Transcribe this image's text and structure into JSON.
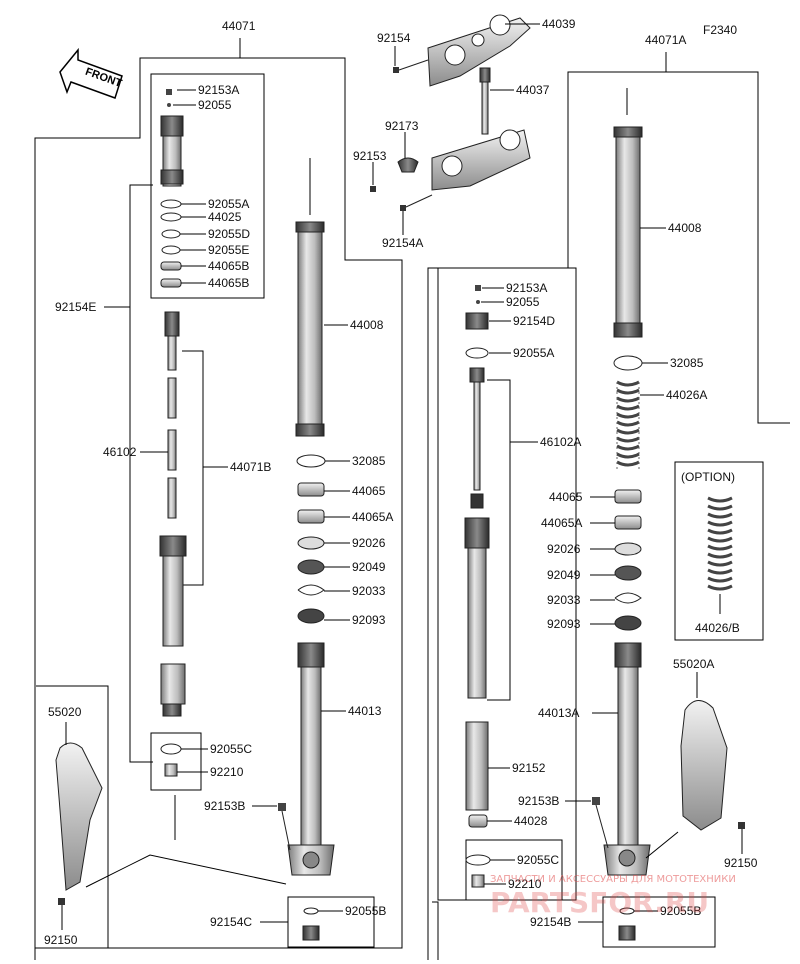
{
  "figure_code": "F2340",
  "front_label": "FRONT",
  "watermark": {
    "line1": "ЗАПЧАСТИ И АКСЕССУАРЫ ДЛЯ МОТОТЕХНИКИ",
    "line2": "PARTSFOR.RU"
  },
  "left_leg": {
    "assembly": "44071",
    "cartridge_group": "92154E",
    "rod": "46102",
    "damper": "44071B",
    "upper_cap_small": "92153A",
    "upper_cap_oring": "92055",
    "oring_a": "92055A",
    "ring_44025": "44025",
    "oring_d": "92055D",
    "oring_e": "92055E",
    "bushing_b1": "44065B",
    "bushing_b2": "44065B",
    "outer_tube": "44008",
    "oil_seal_ring": "32085",
    "bushing": "44065",
    "bushing_a": "44065A",
    "washer": "92026",
    "oil_seal": "92049",
    "clip": "92033",
    "dust_seal": "92093",
    "inner_tube": "44013",
    "oring_c": "92055C",
    "collar": "92210",
    "axle_bolt": "92153B",
    "bottom_bolt": "92154C",
    "bottom_oring": "92055B",
    "guard": "55020",
    "guard_bolt": "92150"
  },
  "triple_clamp": {
    "upper_bracket": "44039",
    "upper_bolt": "92154",
    "stem": "44037",
    "clamp": "92173",
    "clamp_bolt": "92153",
    "lower_bolt": "92154A"
  },
  "right_leg": {
    "assembly": "44071A",
    "cap_small": "92153A",
    "cap_oring": "92055",
    "cap_bolt": "92154D",
    "oring_a": "92055A",
    "rod": "46102A",
    "outer_tube": "44008",
    "oil_seal_ring": "32085",
    "spring": "44026A",
    "option_title": "(OPTION)",
    "option_spring": "44026/B",
    "bushing": "44065",
    "bushing_a": "44065A",
    "washer": "92026",
    "oil_seal": "92049",
    "clip": "92033",
    "dust_seal": "92093",
    "inner_tube": "44013A",
    "guard": "55020A",
    "spacer": "92152",
    "collar_44028": "44028",
    "axle_bolt": "92153B",
    "oring_c": "92055C",
    "collar": "92210",
    "guard_bolt": "92150",
    "bottom_bolt": "92154B",
    "bottom_oring": "92055B"
  }
}
